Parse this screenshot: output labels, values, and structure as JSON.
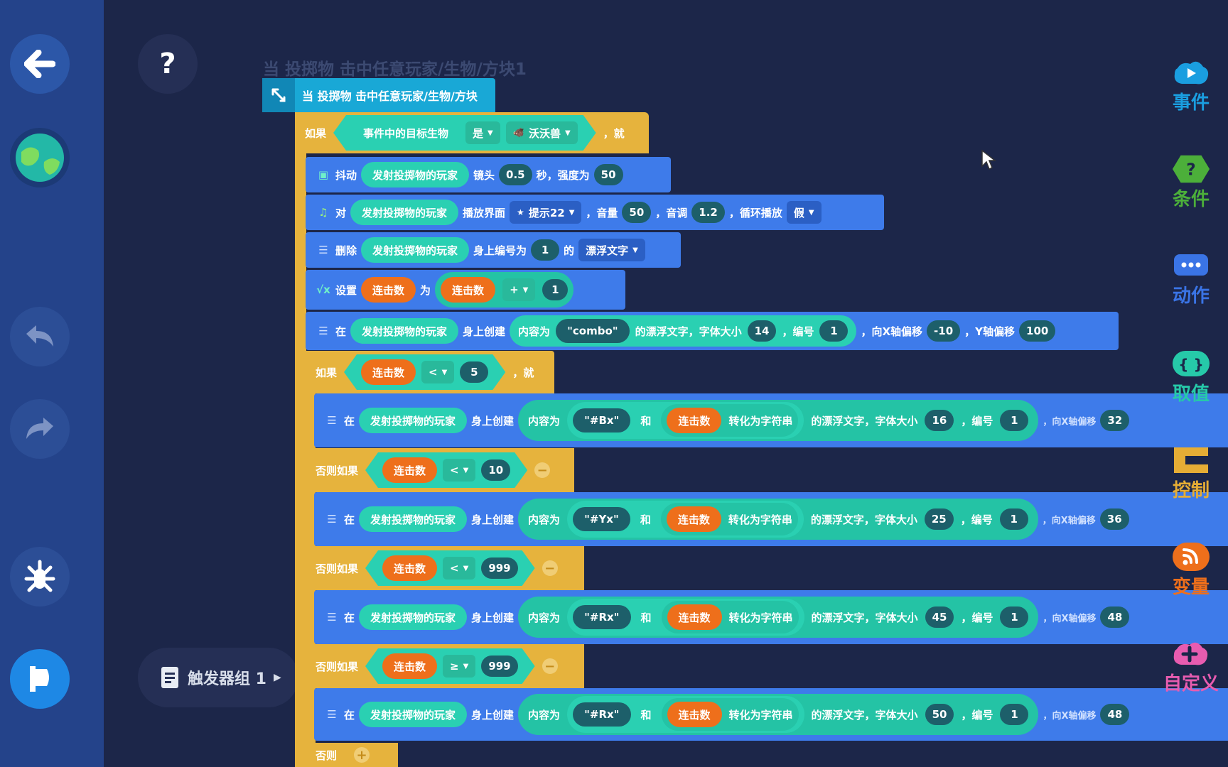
{
  "sidebar": {
    "back_icon": "arrow-left-icon",
    "world_icon": "globe-icon",
    "undo_icon": "undo-icon",
    "redo_icon": "redo-icon",
    "debug_icon": "bug-icon",
    "run_icon": "flag-icon"
  },
  "help": {
    "label": "?"
  },
  "trigger_group": {
    "label": "触发器组 1"
  },
  "ghost_header": "当 投掷物 击中任意玩家/生物/方块1",
  "event_block": {
    "label": "当 投掷物 击中任意玩家/生物/方块"
  },
  "if_block": {
    "if": "如果",
    "target": "事件中的目标生物",
    "is": "是",
    "mob": "沃沃兽",
    "then": "，就"
  },
  "actions": {
    "shake": {
      "verb": "抖动",
      "player": "发射投掷物的玩家",
      "camera": "镜头",
      "seconds": "0.5",
      "seconds_unit": "秒，强度为",
      "strength": "50"
    },
    "sound": {
      "verb": "对",
      "player": "发射投掷物的玩家",
      "play": "播放界面",
      "sound": "提示22",
      "volume_label": "，音量",
      "volume": "50",
      "pitch_label": "，音调",
      "pitch": "1.2",
      "loop_label": "，循环播放",
      "loop": "假"
    },
    "remove": {
      "verb": "删除",
      "player": "发射投掷物的玩家",
      "id_label": "身上编号为",
      "id": "1",
      "of": "的",
      "type": "漂浮文字"
    },
    "set": {
      "verb": "设置",
      "var": "连击数",
      "to": "为",
      "var2": "连击数",
      "op": "+",
      "value": "1"
    },
    "create": {
      "verb": "在",
      "player": "发射投掷物的玩家",
      "create": "身上创建",
      "content": "内容为",
      "text": "\"combo\"",
      "font_label": "的漂浮文字，字体大小",
      "font": "14",
      "id_label": "，编号",
      "id": "1",
      "x_label": "，向X轴偏移",
      "x": "-10",
      "y_label": "，Y轴偏移",
      "y": "100"
    }
  },
  "inner_if": {
    "if": "如果",
    "var": "连击数",
    "op": "<",
    "value": "5",
    "then": "，就"
  },
  "branches": [
    {
      "kind": "",
      "color_code": "\"#Bx\"",
      "font": "16",
      "x_fragment": "32"
    },
    {
      "kind": "否则如果",
      "var": "连击数",
      "op": "<",
      "value": "10",
      "color_code": "\"#Yx\"",
      "font": "25",
      "x_fragment": "36"
    },
    {
      "kind": "否则如果",
      "var": "连击数",
      "op": "<",
      "value": "999",
      "color_code": "\"#Rx\"",
      "font": "45",
      "x_fragment": "48"
    },
    {
      "kind": "否则如果",
      "var": "连击数",
      "op": "≥",
      "value": "999",
      "color_code": "\"#Rx\"",
      "font": "50",
      "x_fragment": "48"
    }
  ],
  "branch_common": {
    "verb": "在",
    "player": "发射投掷物的玩家",
    "create": "身上创建",
    "content": "内容为",
    "and": "和",
    "var": "连击数",
    "to_string": "转化为字符串",
    "font_label": "的漂浮文字，字体大小",
    "id_label": "，编号",
    "id": "1",
    "x_label": "，向X轴偏移"
  },
  "else_label": "否则",
  "categories": [
    {
      "label": "事件",
      "color": "#1a9ee0",
      "icon": "event-icon"
    },
    {
      "label": "条件",
      "color": "#4caf3a",
      "icon": "condition-icon"
    },
    {
      "label": "动作",
      "color": "#3a74e6",
      "icon": "action-icon"
    },
    {
      "label": "取值",
      "color": "#26c9a9",
      "icon": "value-icon"
    },
    {
      "label": "控制",
      "color": "#e6ad35",
      "icon": "control-icon"
    },
    {
      "label": "变量",
      "color": "#ee6f1b",
      "icon": "variable-icon"
    },
    {
      "label": "自定义",
      "color": "#e85cb0",
      "icon": "custom-icon"
    }
  ]
}
